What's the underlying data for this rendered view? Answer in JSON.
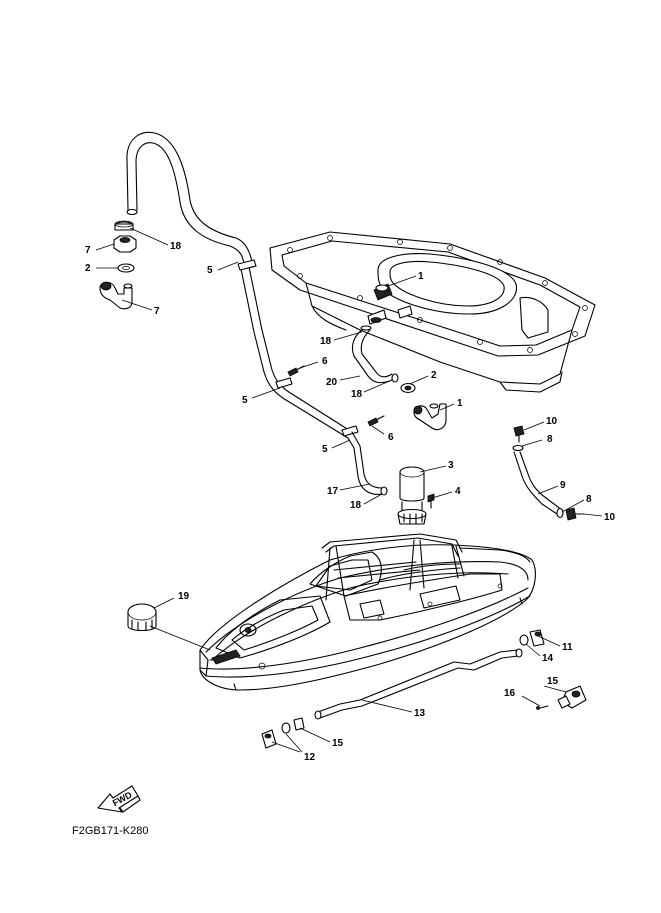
{
  "diagram_code": "F2GB171-K280",
  "fwd_label": "FWD",
  "callouts": [
    {
      "id": "c-18-top",
      "label": "18"
    },
    {
      "id": "c-7-top",
      "label": "7"
    },
    {
      "id": "c-2-top",
      "label": "2"
    },
    {
      "id": "c-5-top",
      "label": "5"
    },
    {
      "id": "c-7-elbow",
      "label": "7"
    },
    {
      "id": "c-1-tank",
      "label": "1"
    },
    {
      "id": "c-18-mid",
      "label": "18"
    },
    {
      "id": "c-6-upper",
      "label": "6"
    },
    {
      "id": "c-20",
      "label": "20"
    },
    {
      "id": "c-18-lower",
      "label": "18"
    },
    {
      "id": "c-2-mid",
      "label": "2"
    },
    {
      "id": "c-1-elbow",
      "label": "1"
    },
    {
      "id": "c-5-mid",
      "label": "5"
    },
    {
      "id": "c-5-lower",
      "label": "5"
    },
    {
      "id": "c-6-lower",
      "label": "6"
    },
    {
      "id": "c-10-top",
      "label": "10"
    },
    {
      "id": "c-8-top",
      "label": "8"
    },
    {
      "id": "c-3",
      "label": "3"
    },
    {
      "id": "c-4",
      "label": "4"
    },
    {
      "id": "c-9",
      "label": "9"
    },
    {
      "id": "c-17",
      "label": "17"
    },
    {
      "id": "c-18-bottom",
      "label": "18"
    },
    {
      "id": "c-8-bottom",
      "label": "8"
    },
    {
      "id": "c-10-bottom",
      "label": "10"
    },
    {
      "id": "c-19",
      "label": "19"
    },
    {
      "id": "c-11",
      "label": "11"
    },
    {
      "id": "c-14",
      "label": "14"
    },
    {
      "id": "c-15-right",
      "label": "15"
    },
    {
      "id": "c-16",
      "label": "16"
    },
    {
      "id": "c-13",
      "label": "13"
    },
    {
      "id": "c-15-bottom",
      "label": "15"
    },
    {
      "id": "c-12",
      "label": "12"
    }
  ]
}
